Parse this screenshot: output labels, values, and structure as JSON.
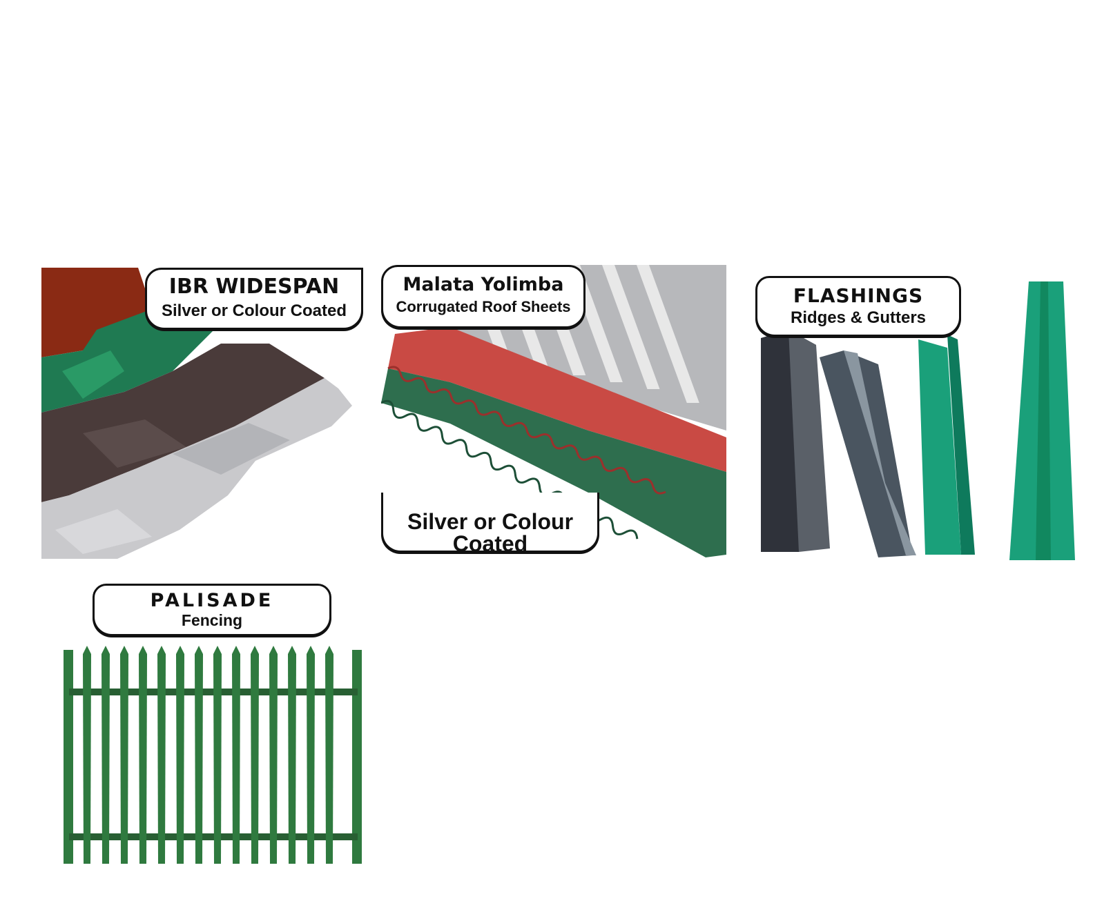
{
  "products": {
    "ibr": {
      "title": "IBR WIDESPAN",
      "subtitle": "Silver or Colour Coated"
    },
    "malata": {
      "title": "Malata Yolimba",
      "subtitle": "Corrugated Roof Sheets",
      "note": "Silver or Colour Coated"
    },
    "flashings": {
      "title": "FLASHINGS",
      "subtitle": "Ridges & Gutters"
    },
    "palisade": {
      "title": "PALISADE",
      "subtitle": "Fencing"
    }
  },
  "colors": {
    "roof_red": "#8a2a14",
    "roof_green": "#1f7a52",
    "roof_brown": "#4a3b3a",
    "roof_silver": "#c9c9cc",
    "corrugated_red": "#c94a44",
    "corrugated_green": "#2e6e4e",
    "flashing_charcoal": "#3a3d45",
    "flashing_grey": "#6a7580",
    "flashing_teal": "#1aa07a",
    "fence_green": "#2f7a3f"
  }
}
